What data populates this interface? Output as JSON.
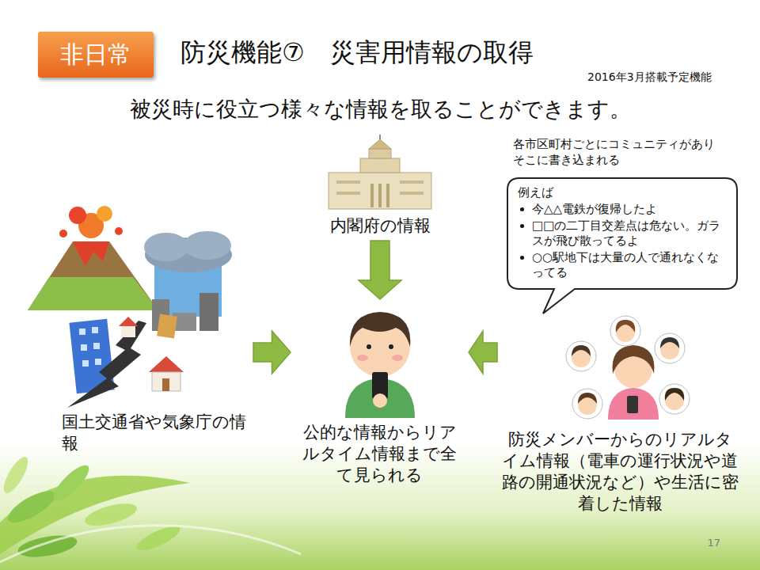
{
  "diagram": {
    "title": "防災機能⑦　災害用情報の取得",
    "nodes": [
      {
        "text": [
          "非日常"
        ]
      },
      {
        "text": [
          "内閣府の情報"
        ]
      },
      {
        "text": [
          "例えば",
          "今△△電鉄が復帰したよ",
          "□□の二丁目交差点は危ない。ガラスが飛び散ってるよ",
          "○○駅地下は大量の人で通れなくなってる"
        ]
      },
      {
        "text": [
          "国土交通省や気象庁の情報"
        ]
      },
      {
        "text": [
          "公的な情報からリアルタイム情報まで全て見られる"
        ]
      },
      {
        "text": [
          "防災メンバーからのリアルタイム情報（電車の運行状況や道路の開通状況など）や生活に密着した情報"
        ]
      }
    ],
    "edges": [
      {
        "from": 1,
        "to": 4,
        "arrow": "to"
      },
      {
        "from": 3,
        "to": 4,
        "arrow": "to"
      },
      {
        "from": 5,
        "to": 4,
        "arrow": "to"
      }
    ],
    "labels": [
      "2016年3月搭載予定機能",
      "被災時に役立つ様々な情報を取ることができます。",
      "各市区町村ごとにコミュニティがありそこに書き込まれる",
      "17"
    ]
  }
}
